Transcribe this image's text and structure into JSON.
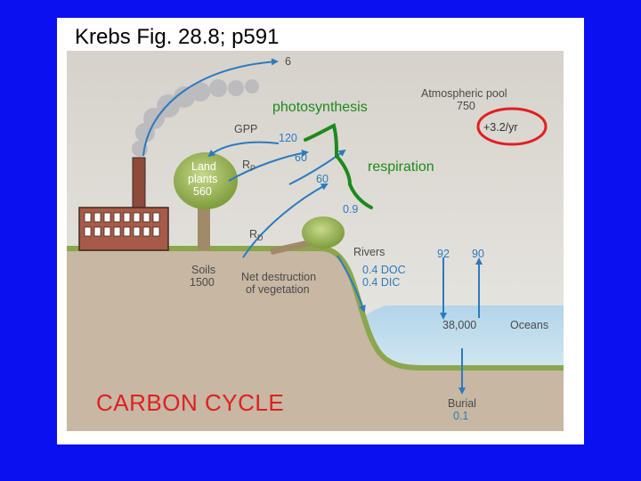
{
  "slide": {
    "title": "Krebs Fig. 28.8; p591",
    "caption": "CARBON CYCLE"
  },
  "annotations": {
    "photosynthesis": "photosynthesis",
    "respiration": "respiration"
  },
  "diagram": {
    "atmosphere_label": "Atmospheric pool",
    "atmosphere_value": "750",
    "atmosphere_change": "+3.2/yr",
    "factory_emission": "6",
    "gpp_label": "GPP",
    "gpp_value": "120",
    "rp_label_main": "R",
    "rp_label_sub": "P",
    "rp_value": "60",
    "rd_label_main": "R",
    "rd_label_sub": "D",
    "rd_value": "60",
    "land_plants_l1": "Land",
    "land_plants_l2": "plants",
    "land_plants_l3": "560",
    "soils_l1": "Soils",
    "soils_l2": "1500",
    "net_destruction_l1": "Net destruction",
    "net_destruction_l2": "of vegetation",
    "net_destruction_value": "0.9",
    "rivers_label": "Rivers",
    "rivers_doc": "0.4 DOC",
    "rivers_dic": "0.4 DIC",
    "ocean_down_value": "92",
    "ocean_up_value": "90",
    "ocean_pool_value": "38,000",
    "oceans_label": "Oceans",
    "burial_label": "Burial",
    "burial_value": "0.1"
  },
  "colors": {
    "background": "#0a10f0",
    "sky": "#dcd8d2",
    "ground": "#c9b9a6",
    "grass": "#8ca64d",
    "ocean": "#a9cde3",
    "arrow_blue": "#2b7bbf",
    "annotation_green": "#1d8a1d",
    "highlight_red": "#e02020"
  }
}
